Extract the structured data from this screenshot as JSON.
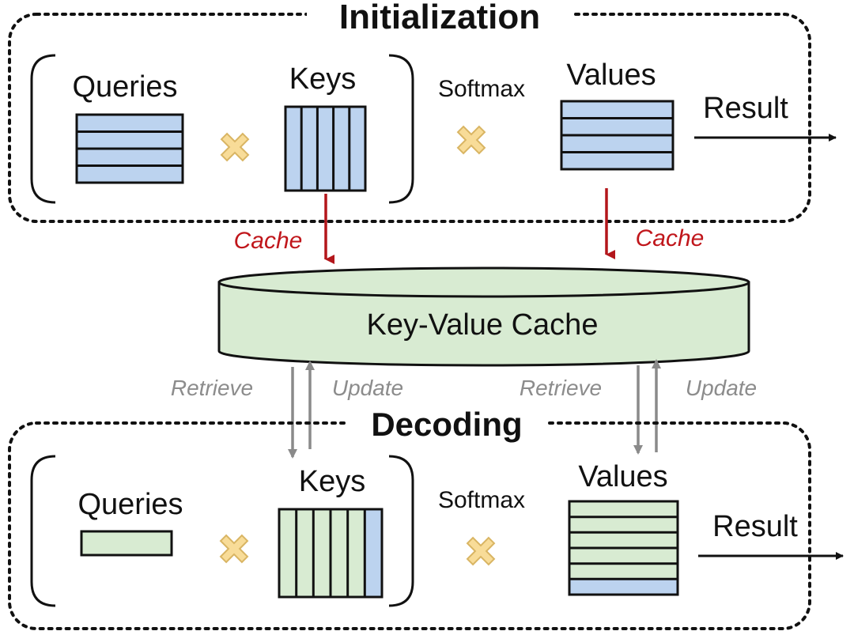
{
  "initialization": {
    "title": "Initialization",
    "queries_label": "Queries",
    "keys_label": "Keys",
    "softmax_label": "Softmax",
    "values_label": "Values",
    "result_label": "Result",
    "cache_left_label": "Cache",
    "cache_right_label": "Cache"
  },
  "kv_cache": {
    "label": "Key-Value Cache",
    "retrieve_left_label": "Retrieve",
    "update_left_label": "Update",
    "retrieve_right_label": "Retrieve",
    "update_right_label": "Update"
  },
  "decoding": {
    "title": "Decoding",
    "queries_label": "Queries",
    "keys_label": "Keys",
    "softmax_label": "Softmax",
    "values_label": "Values",
    "result_label": "Result"
  },
  "colors": {
    "blue_fill": "#bcd3ef",
    "green_fill": "#d8ebd2",
    "cache_arrow": "#b3161b",
    "gray_arrow": "#8a8a8a",
    "multiply_fill": "#f8dc98",
    "multiply_stroke": "#d9b563",
    "dashed_border": "#111111"
  }
}
